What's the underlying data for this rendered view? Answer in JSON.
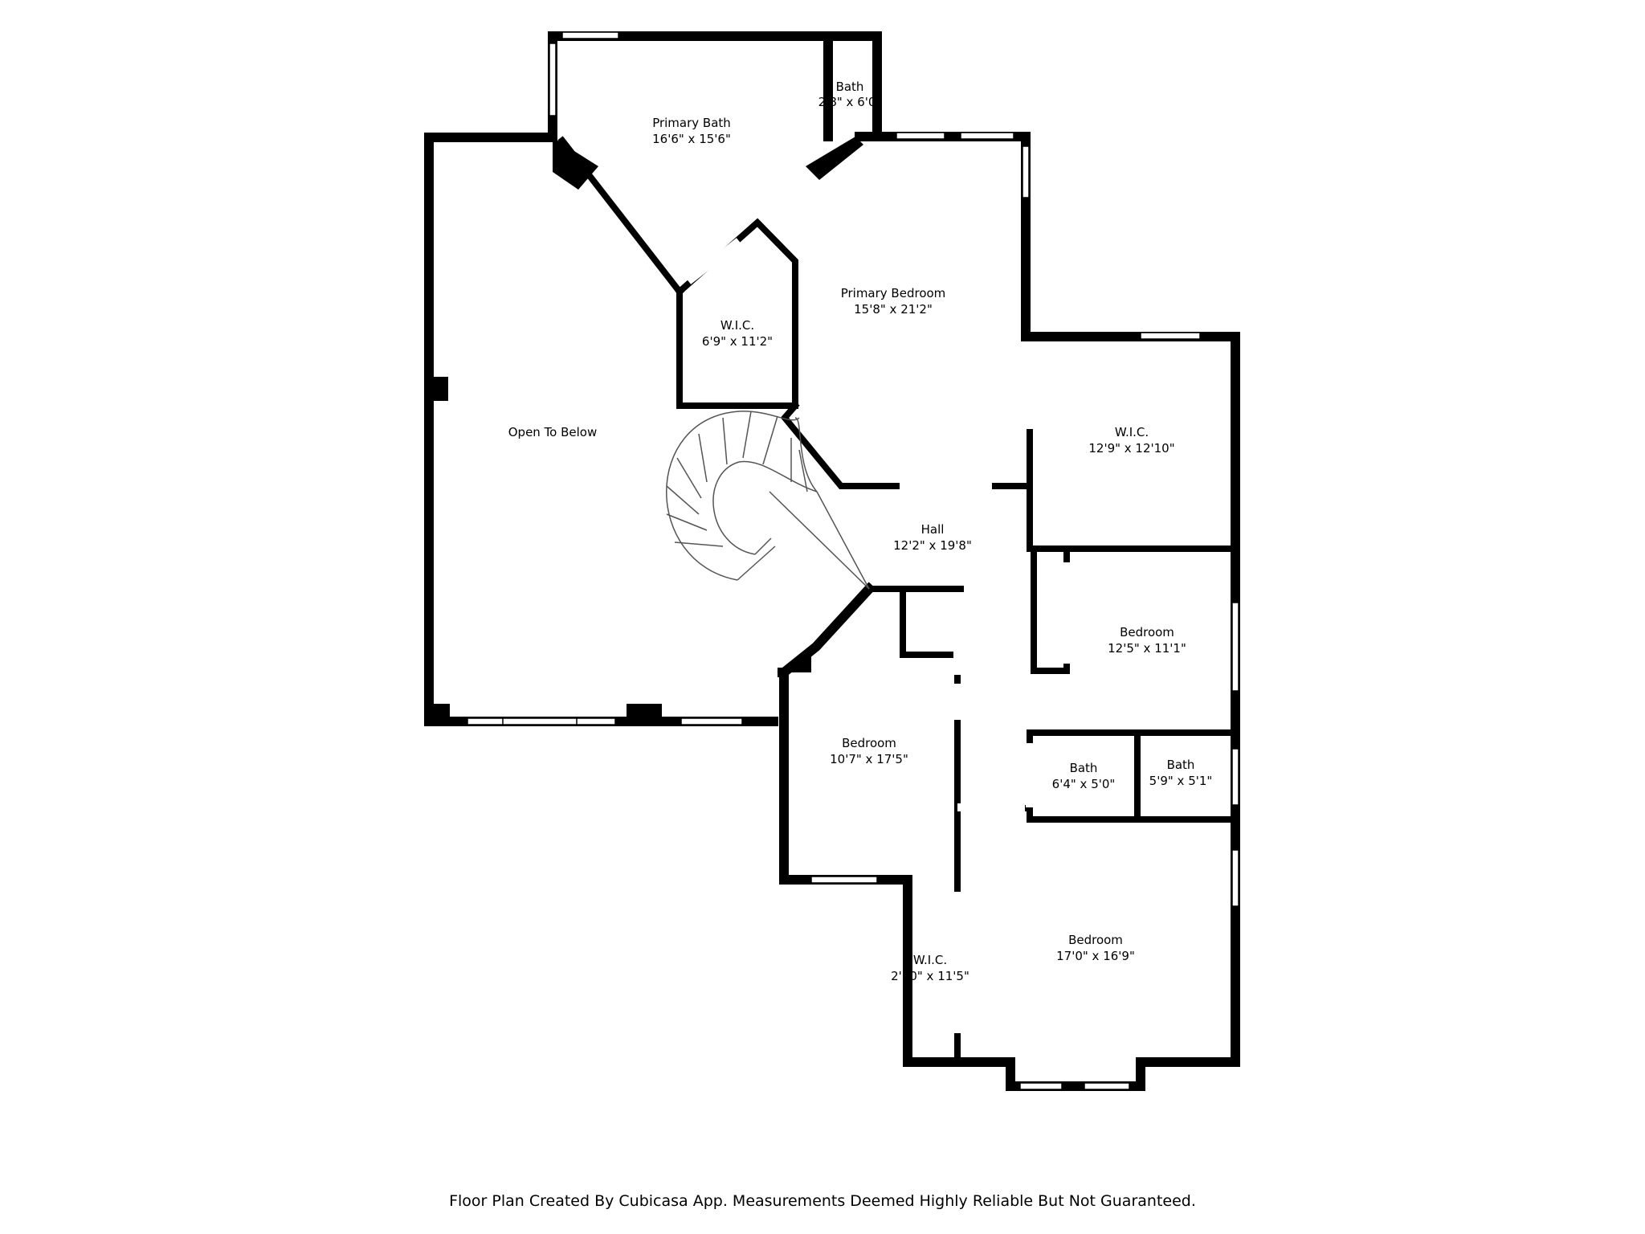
{
  "rooms": [
    {
      "key": "primary_bath",
      "name": "Primary Bath",
      "dims": "16'6\" x 15'6\""
    },
    {
      "key": "bath_small_top",
      "name": "Bath",
      "dims": "2'8\" x 6'0\""
    },
    {
      "key": "primary_bedroom",
      "name": "Primary Bedroom",
      "dims": "15'8\" x 21'2\""
    },
    {
      "key": "wic_primary",
      "name": "W.I.C.",
      "dims": "6'9\" x 11'2\""
    },
    {
      "key": "open_to_below",
      "name": "Open To Below",
      "dims": ""
    },
    {
      "key": "wic_right",
      "name": "W.I.C.",
      "dims": "12'9\" x 12'10\""
    },
    {
      "key": "hall",
      "name": "Hall",
      "dims": "12'2\" x 19'8\""
    },
    {
      "key": "bedroom_right",
      "name": "Bedroom",
      "dims": "12'5\" x 11'1\""
    },
    {
      "key": "bedroom_left",
      "name": "Bedroom",
      "dims": "10'7\" x 17'5\""
    },
    {
      "key": "bath_a",
      "name": "Bath",
      "dims": "6'4\" x 5'0\""
    },
    {
      "key": "bath_b",
      "name": "Bath",
      "dims": "5'9\" x 5'1\""
    },
    {
      "key": "wic_bottom",
      "name": "W.I.C.",
      "dims": "2'10\" x 11'5\""
    },
    {
      "key": "bedroom_bottom",
      "name": "Bedroom",
      "dims": "17'0\" x 16'9\""
    }
  ],
  "footer": "Floor Plan Created By Cubicasa App. Measurements Deemed Highly Reliable But Not Guaranteed.",
  "colors": {
    "wall": "#000000",
    "background": "#ffffff"
  }
}
